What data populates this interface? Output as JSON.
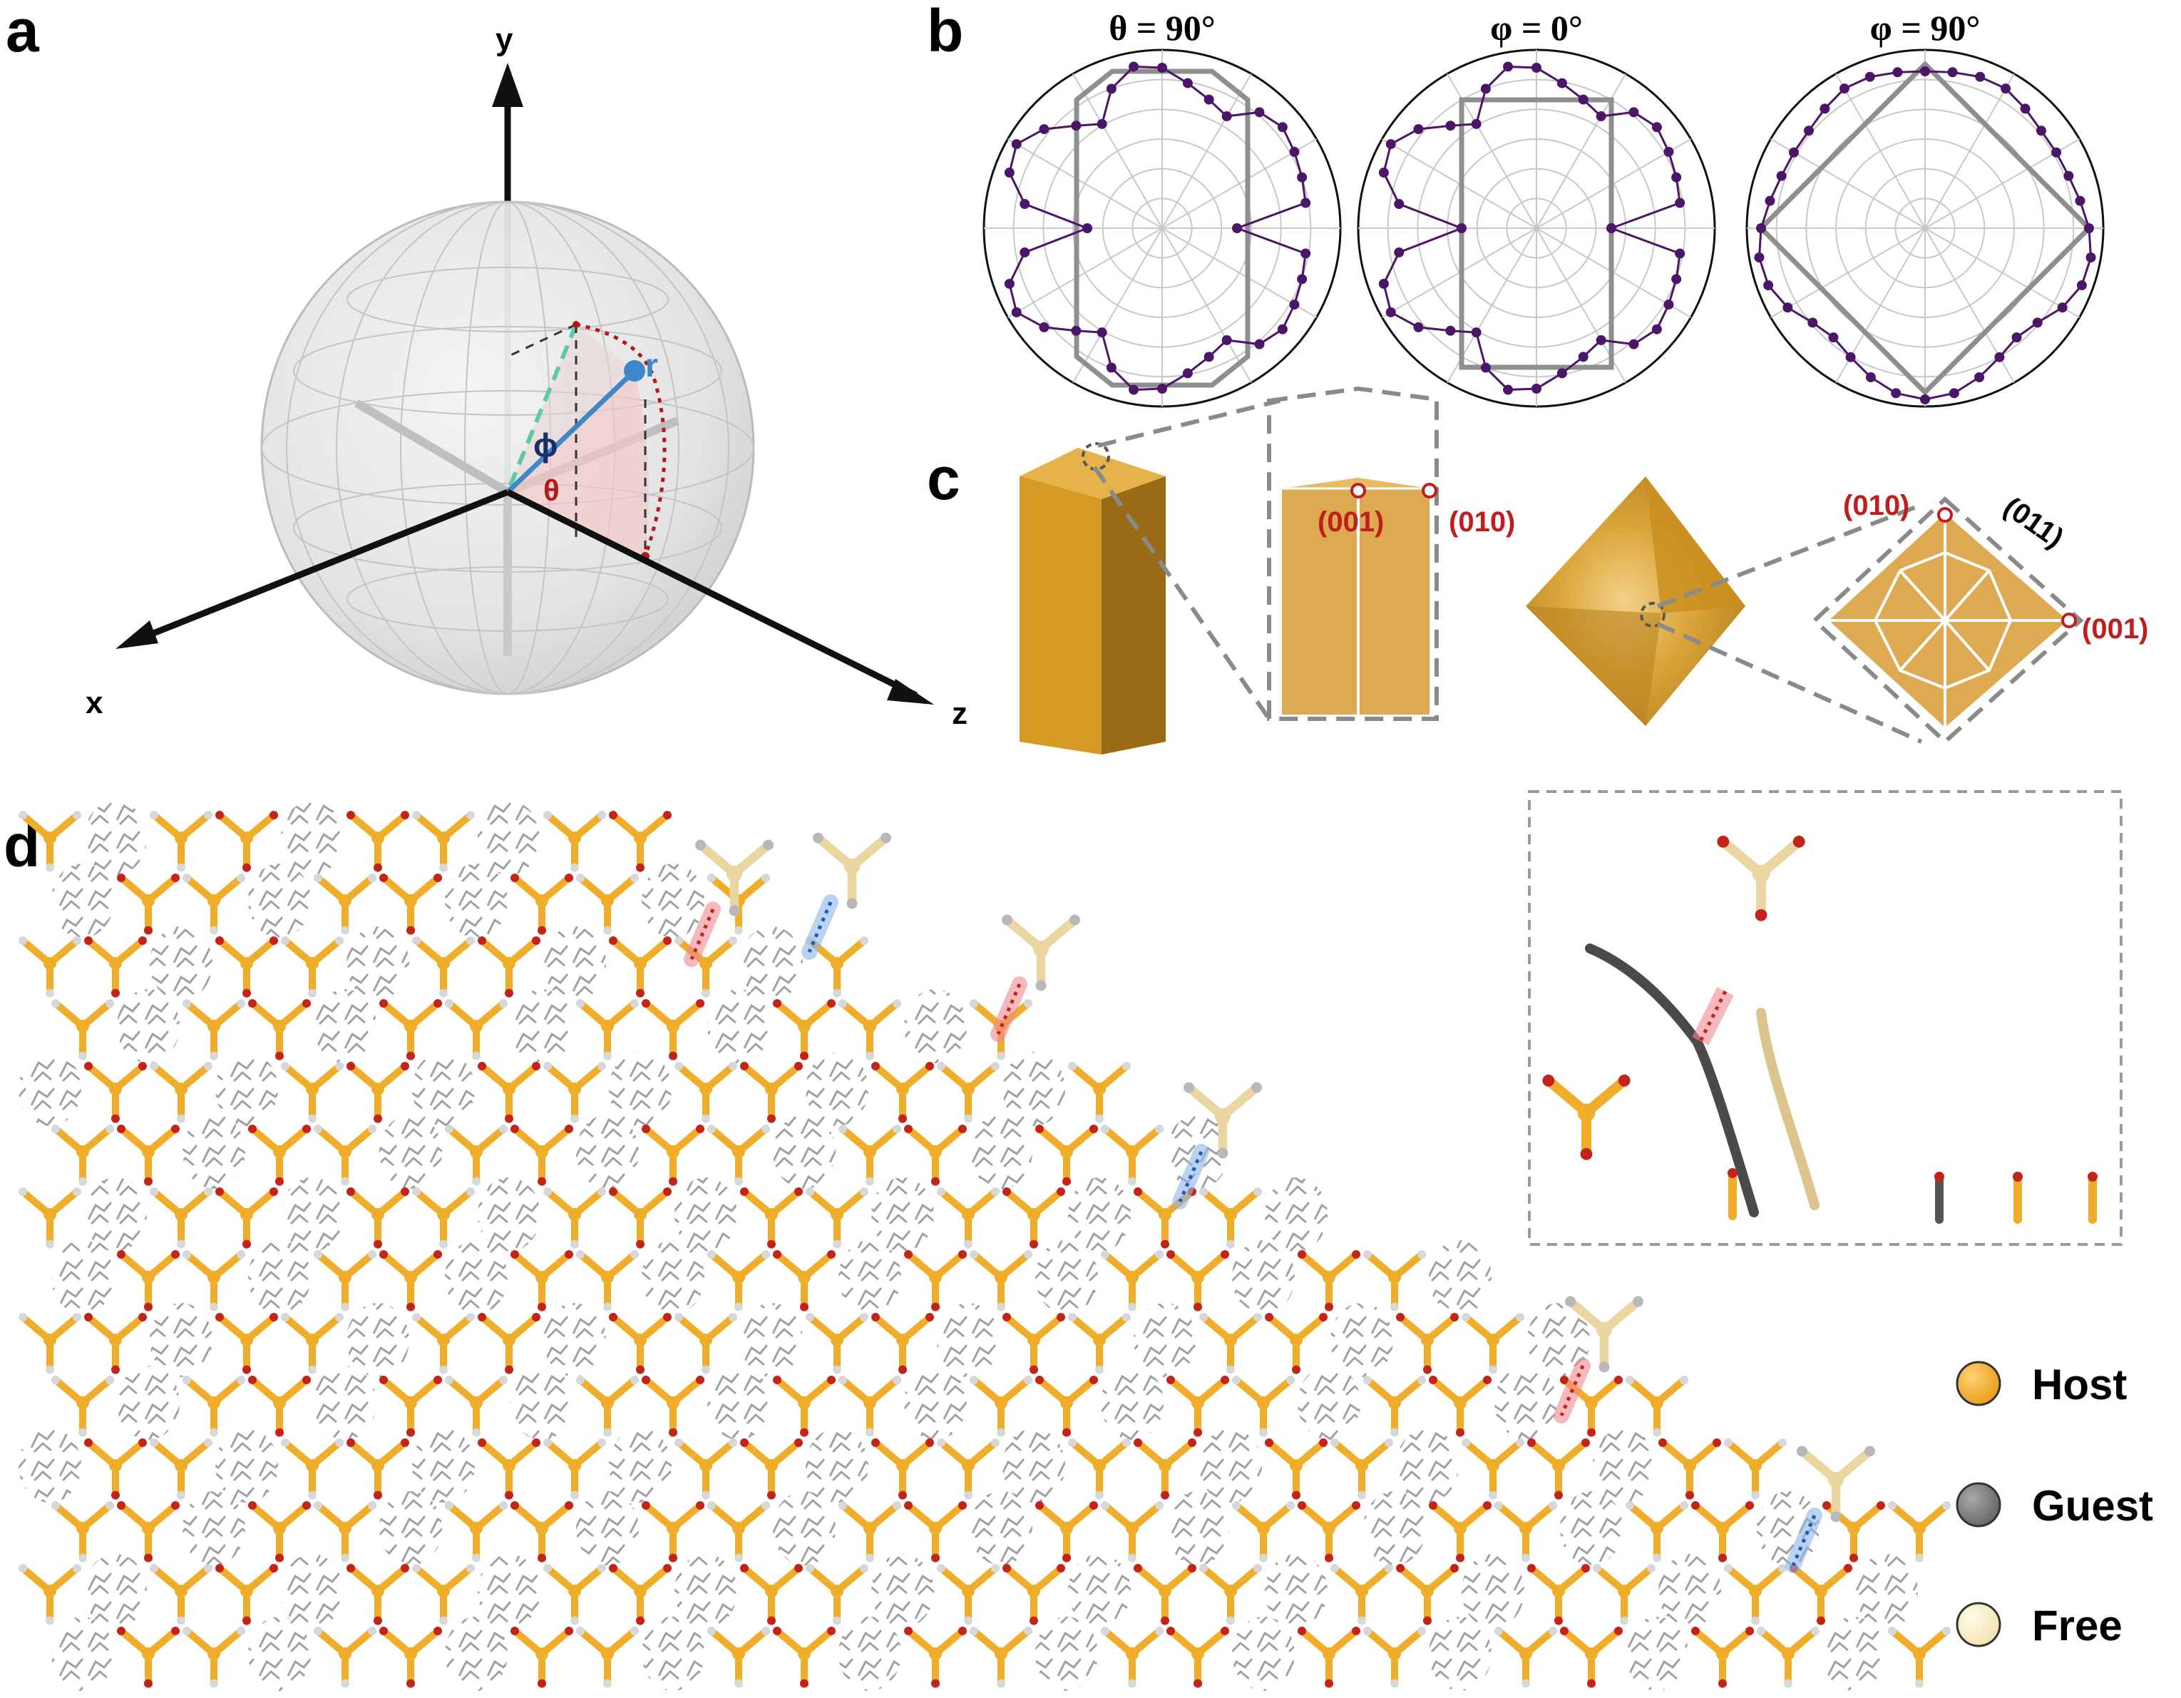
{
  "panels": {
    "a": "a",
    "b": "b",
    "c": "c",
    "d": "d"
  },
  "panel_a": {
    "axes": {
      "x": "x",
      "y": "y",
      "z": "z"
    },
    "symbols": {
      "r": "r",
      "phi": "ϕ",
      "theta": "θ"
    }
  },
  "panel_b": {
    "plots": [
      {
        "title": "θ = 90°"
      },
      {
        "title": "φ = 0°"
      },
      {
        "title": "φ = 90°"
      }
    ]
  },
  "panel_c": {
    "facets": {
      "rod_top": "(001)",
      "rod_side": "(010)",
      "oct_top": "(010)",
      "oct_edge": "(011)",
      "oct_right": "(001)"
    }
  },
  "panel_d": {
    "legend": [
      {
        "label": "Host",
        "color": "#f0ad2a"
      },
      {
        "label": "Guest",
        "color": "#808080"
      },
      {
        "label": "Free",
        "color": "#f8f0c6"
      }
    ]
  },
  "colors": {
    "host": "#f0ad2a",
    "guest": "#8a8a8a",
    "free": "#e9d6a0",
    "crystal": "#d9a02a",
    "crystal_dark": "#a7741a",
    "polar_line": "#4b1667",
    "polar_shape": "#8f8f8f",
    "facet_label": "#c01d1d"
  }
}
